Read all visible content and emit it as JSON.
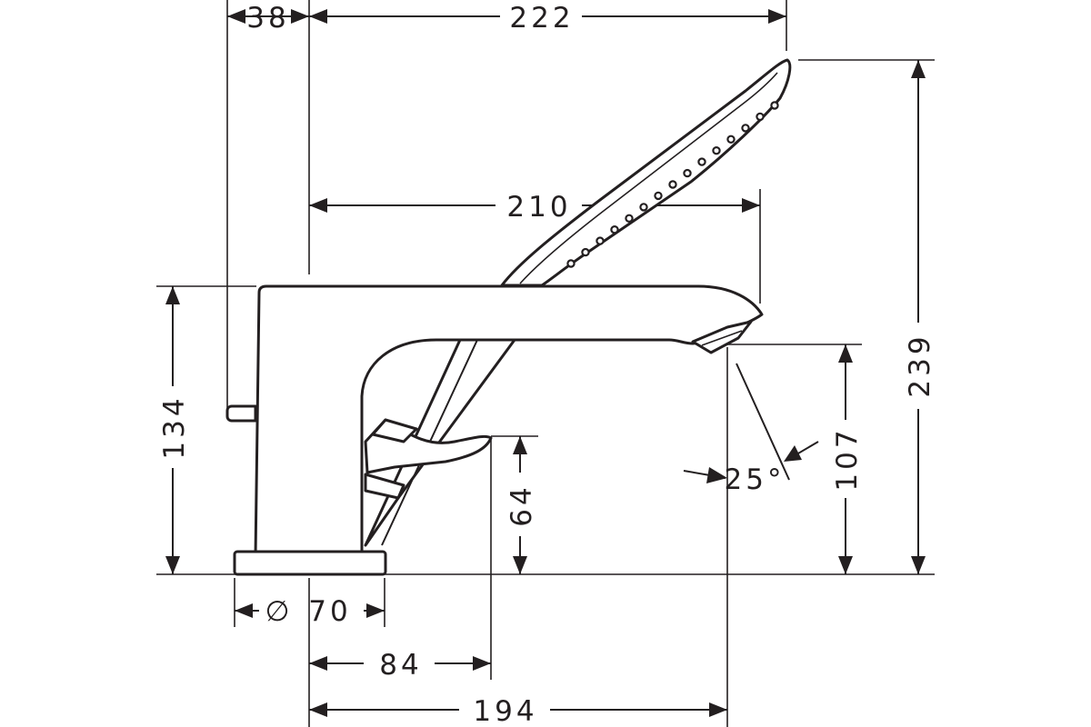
{
  "dimensions": {
    "d38": "38",
    "d222": "222",
    "d210": "210",
    "d239": "239",
    "d134": "134",
    "d64": "64",
    "d107": "107",
    "angle": "25°",
    "diameter_symbol": "∅",
    "diameter_value": "70",
    "d84": "84",
    "d194": "194"
  },
  "colors": {
    "line": "#231f20",
    "background": "#ffffff"
  }
}
